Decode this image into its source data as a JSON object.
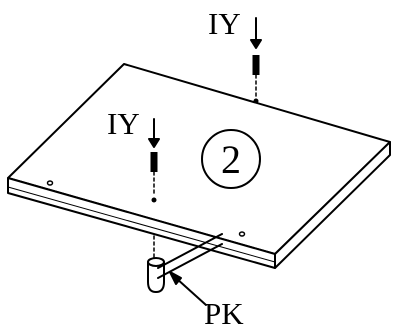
{
  "labels": {
    "screw_top": "IY",
    "screw_left": "IY",
    "panel_number": "2",
    "bracket": "PK"
  }
}
